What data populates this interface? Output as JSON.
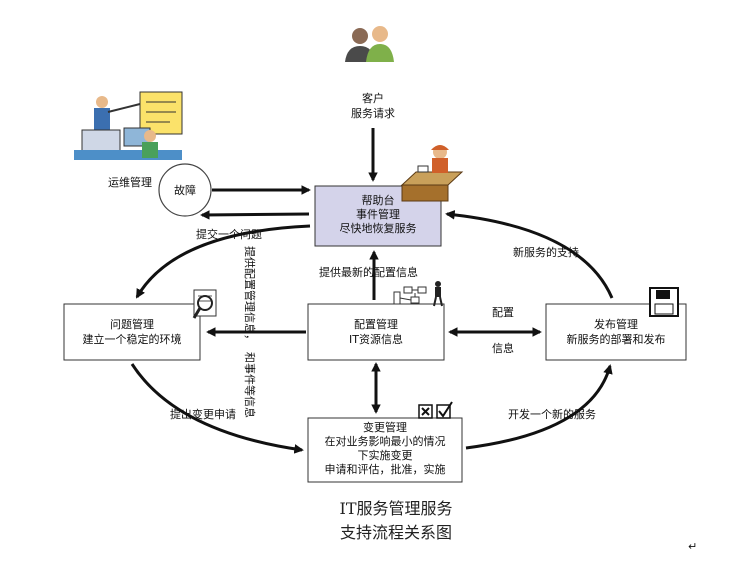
{
  "customer": {
    "line1": "客户",
    "line2": "服务请求"
  },
  "ops": {
    "label": "运维管理",
    "fault": "故障"
  },
  "helpdesk": {
    "line1": "帮助台",
    "line2": "事件管理",
    "line3": "尽快地恢复服务"
  },
  "problem": {
    "line1": "问题管理",
    "line2": "建立一个稳定的环境"
  },
  "config": {
    "line1": "配置管理",
    "line2": "IT资源信息"
  },
  "release": {
    "line1": "发布管理",
    "line2": "新服务的部署和发布"
  },
  "change": {
    "line1": "变更管理",
    "line2": "在对业务影响最小的情况",
    "line3": "下实施变更",
    "line4": "申请和评估，批准，实施"
  },
  "labels": {
    "submit_problem": "提交一个问题",
    "provide_config_1": "提供配置管理信息，",
    "provide_config_2": "和事件等信息",
    "latest_config": "提供最新的配置信息",
    "new_service_support": "新服务的支持",
    "config_info_1": "配置",
    "config_info_2": "信息",
    "raise_change": "提出变更申请",
    "develop_service": "开发一个新的服务"
  },
  "footer": {
    "line1": "IT服务管理服务",
    "line2": "支持流程关系图",
    "mark": "↵"
  },
  "colors": {
    "helpdesk_fill": "#d4d3ea",
    "box_fill": "#ffffff",
    "arrow": "#111111"
  }
}
